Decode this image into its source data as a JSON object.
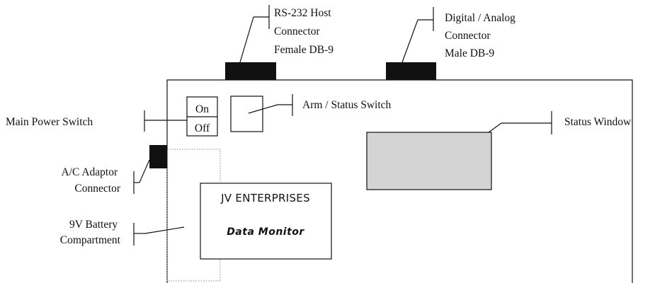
{
  "labels": {
    "rs232": [
      "RS-232 Host",
      "Connector",
      "Female DB-9"
    ],
    "digital_analog": [
      "Digital / Analog",
      "Connector",
      "Male DB-9"
    ],
    "main_power": "Main Power Switch",
    "arm_status": "Arm / Status Switch",
    "status_window": "Status Window",
    "ac_adaptor": [
      "A/C Adaptor",
      "Connector"
    ],
    "battery": [
      "9V Battery",
      "Compartment"
    ]
  },
  "switch": {
    "on": "On",
    "off": "Off"
  },
  "label_plate": {
    "brand": "JV ENTERPRISES",
    "model": "Data Monitor"
  },
  "colors": {
    "line": "#111111",
    "connector": "#111111",
    "status_window_fill": "#d4d4d4",
    "battery_outline": "#8a8a8a"
  }
}
